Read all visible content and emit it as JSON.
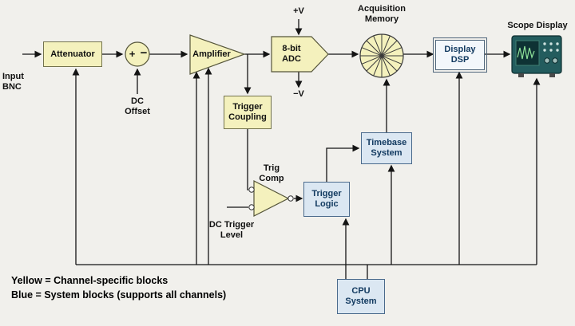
{
  "colors": {
    "background": "#f1f0ec",
    "channel_block_fill": "#f4f1bd",
    "channel_block_border": "#73734d",
    "system_block_fill": "#dbe7f2",
    "system_block_border": "#4a6a8c",
    "system_block_text": "#123a60",
    "line": "#141414"
  },
  "icons": {
    "scope_display": "oscilloscope-icon"
  },
  "blocks": {
    "attenuator": {
      "label": "Attenuator"
    },
    "amplifier": {
      "label": "Amplifier"
    },
    "adc": {
      "lines": [
        "8-bit",
        "ADC"
      ]
    },
    "trigger_coupling": {
      "lines": [
        "Trigger",
        "Coupling"
      ]
    },
    "display_dsp": {
      "lines": [
        "Display",
        "DSP"
      ]
    },
    "timebase": {
      "lines": [
        "Timebase",
        "System"
      ]
    },
    "trigger_logic": {
      "lines": [
        "Trigger",
        "Logic"
      ]
    },
    "cpu": {
      "lines": [
        "CPU",
        "System"
      ]
    }
  },
  "annotations": {
    "input": [
      "Input",
      "BNC"
    ],
    "dc_offset": [
      "DC",
      "Offset"
    ],
    "plus_v": "+V",
    "minus_v": "−V",
    "acquisition_memory": [
      "Acquisition",
      "Memory"
    ],
    "scope_display": "Scope Display",
    "trig_comp": "Trig Comp",
    "dc_trigger_level": [
      "DC Trigger",
      "Level"
    ],
    "sum_plus": "+",
    "sum_minus": "−"
  },
  "legend": [
    "Yellow = Channel-specific blocks",
    "Blue = System blocks (supports all channels)"
  ]
}
